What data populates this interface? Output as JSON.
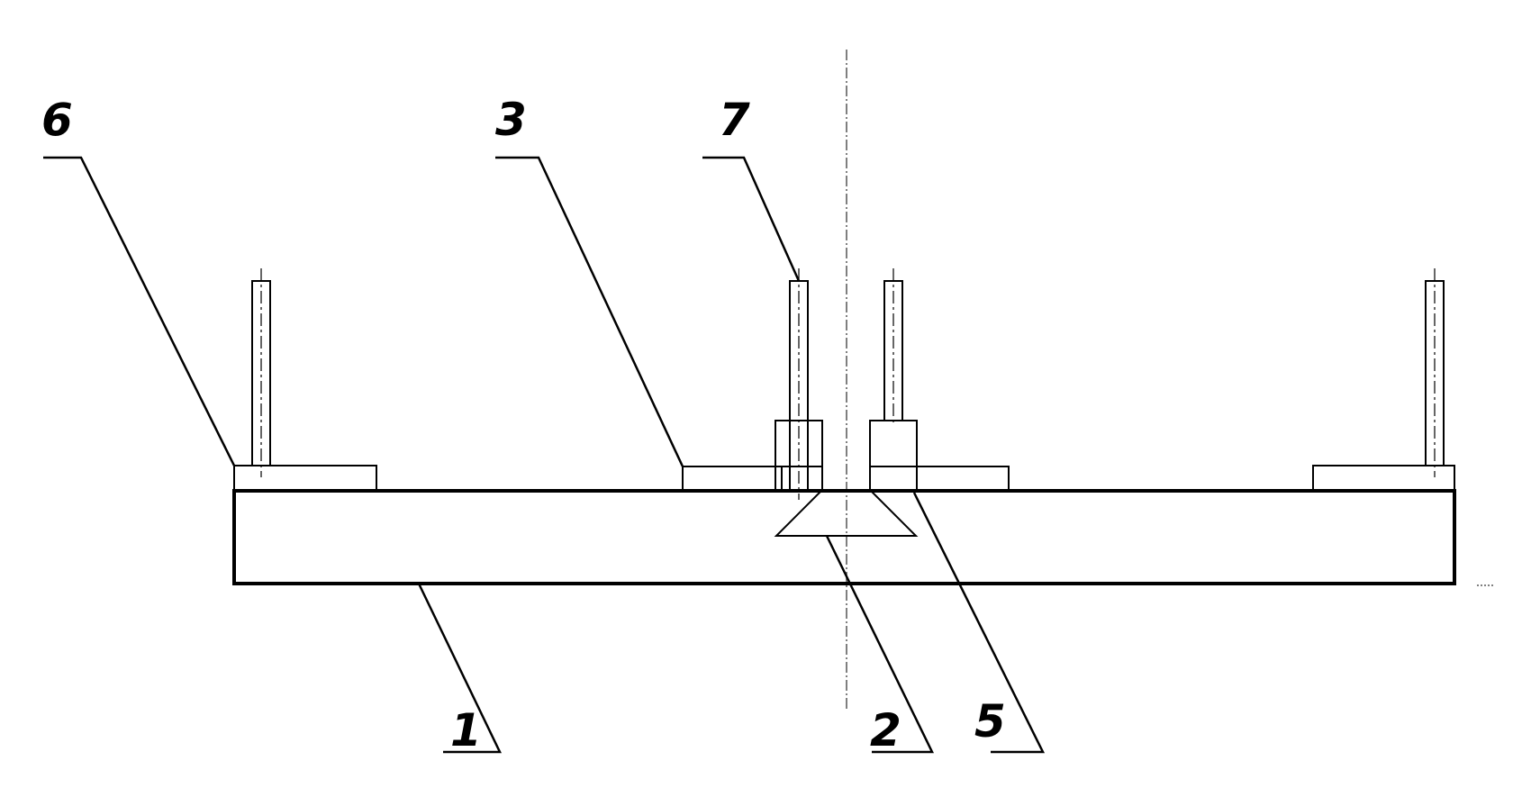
{
  "diagram": {
    "colors": {
      "line": "#000000",
      "background": "#ffffff",
      "centerline": "#555555"
    },
    "callouts": [
      {
        "id": "callout-6",
        "label": "6"
      },
      {
        "id": "callout-3",
        "label": "3"
      },
      {
        "id": "callout-7",
        "label": "7"
      },
      {
        "id": "callout-1",
        "label": "1"
      },
      {
        "id": "callout-2",
        "label": "2"
      },
      {
        "id": "callout-5",
        "label": "5"
      }
    ]
  }
}
